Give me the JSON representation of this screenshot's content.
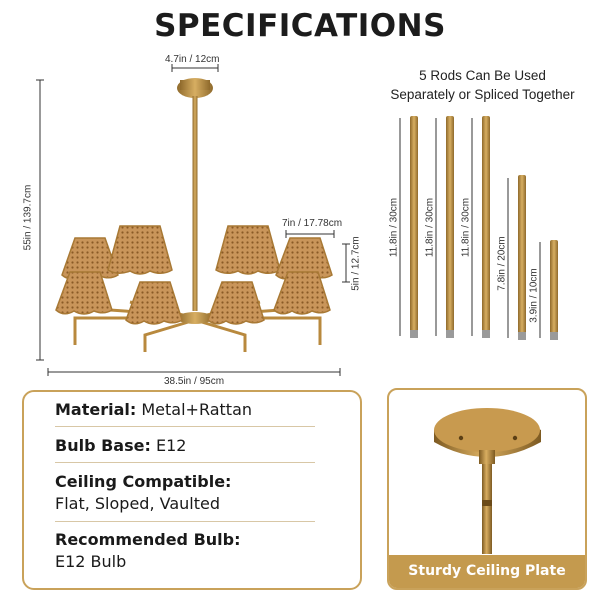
{
  "title": "SPECIFICATIONS",
  "dimensions": {
    "canopy": "4.7in / 12cm",
    "height": "55in / 139.7cm",
    "width": "38.5in / 95cm",
    "shade_width": "7in / 17.78cm",
    "shade_height": "5in / 12.7cm"
  },
  "rods": {
    "caption_line1": "5 Rods Can Be Used",
    "caption_line2": "Separately or Spliced Together",
    "items": [
      {
        "label": "11.8in / 30cm"
      },
      {
        "label": "11.8in / 30cm"
      },
      {
        "label": "11.8in / 30cm"
      },
      {
        "label": "7.8in / 20cm"
      },
      {
        "label": "3.9in / 10cm"
      }
    ]
  },
  "specs": {
    "material_label": "Material:",
    "material_value": "Metal+Rattan",
    "bulb_base_label": "Bulb Base:",
    "bulb_base_value": "E12",
    "ceiling_label": "Ceiling Compatible:",
    "ceiling_value": "Flat, Sloped, Vaulted",
    "bulb_label": "Recommended Bulb:",
    "bulb_value": "E12 Bulb"
  },
  "plate": {
    "label": "Sturdy Ceiling Plate"
  },
  "colors": {
    "accent": "#c49a4e",
    "border": "#c9a25a",
    "brass": "#b8893e",
    "rattan": "#c9955a"
  }
}
